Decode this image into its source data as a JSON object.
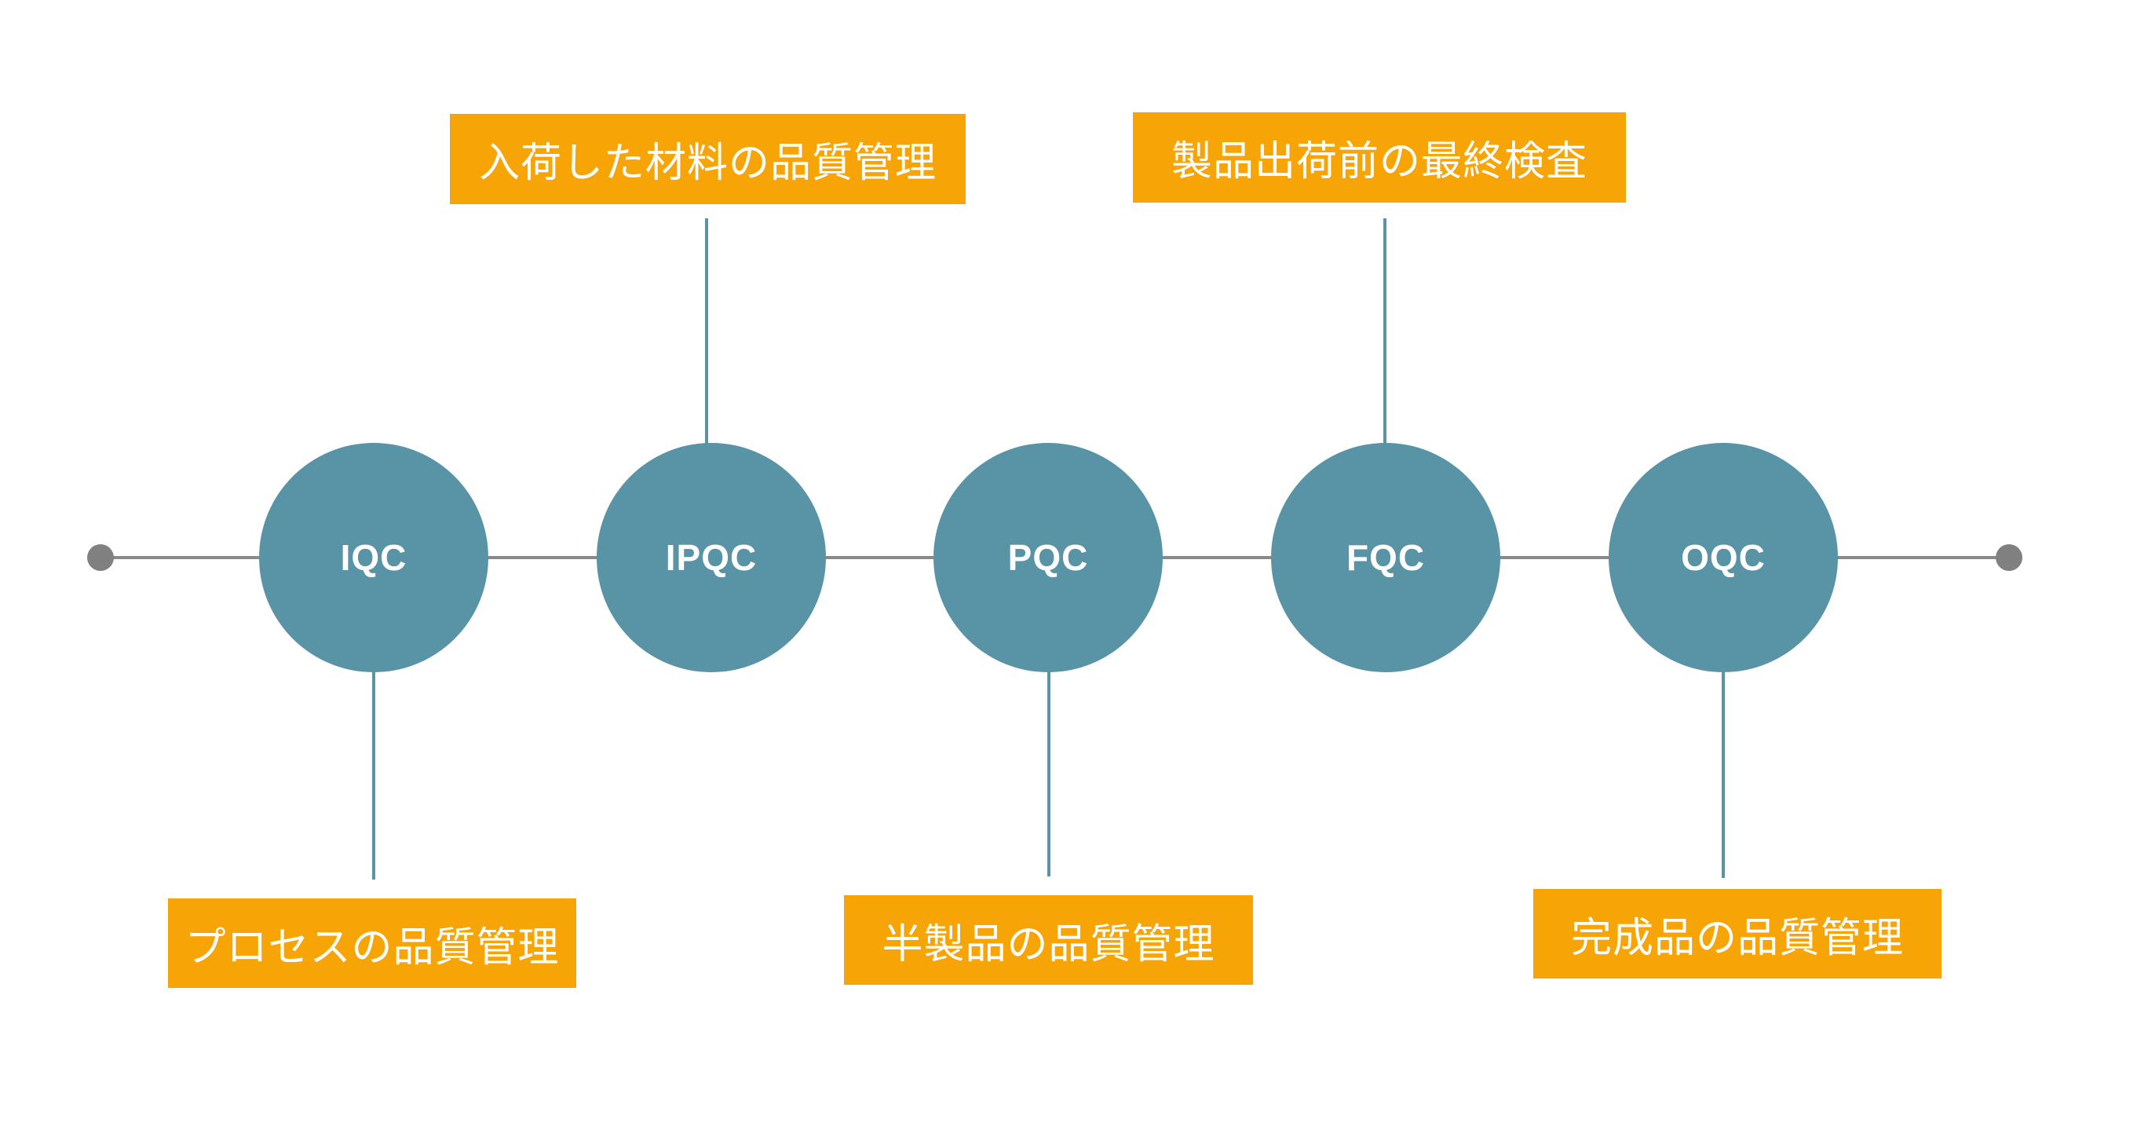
{
  "nodes": [
    {
      "label": "IQC"
    },
    {
      "label": "IPQC"
    },
    {
      "label": "PQC"
    },
    {
      "label": "FQC"
    },
    {
      "label": "OQC"
    }
  ],
  "descriptions": [
    {
      "text": "プロセスの品質管理"
    },
    {
      "text": "入荷した材料の品質管理"
    },
    {
      "text": "半製品の品質管理"
    },
    {
      "text": "製品出荷前の最終検査"
    },
    {
      "text": "完成品の品質管理"
    }
  ],
  "colors": {
    "node": "#5993a6",
    "connector": "#5a93a5",
    "label_box": "#f7a406",
    "main_line": "#8a8a8a",
    "endpoint": "#808080"
  }
}
